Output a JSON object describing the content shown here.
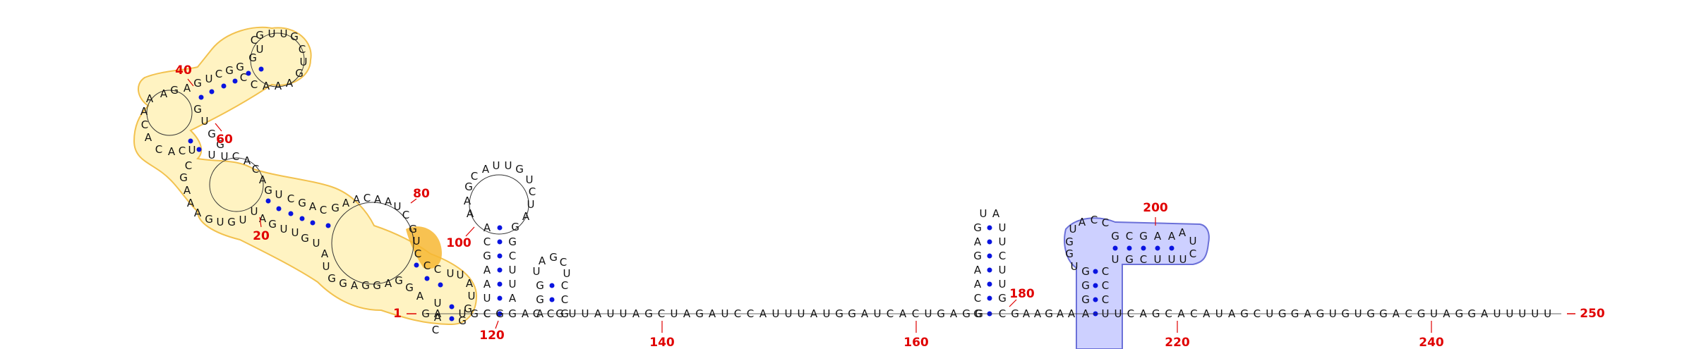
{
  "colors": {
    "background": "#ffffff",
    "nucleotide": "#111111",
    "base_pair": "#0a14e0",
    "backbone": "#333333",
    "position_label": "#e00000",
    "highlight_yellow_fill": "#fff3c2",
    "highlight_yellow_stroke": "#f2c14e",
    "highlight_yellow_dark": "#f7b733",
    "highlight_blue_fill": "#cdd0ff",
    "highlight_blue_stroke": "#6b70d8"
  },
  "sequence": {
    "first_label": "1",
    "last_label": "250",
    "tail_text": "UCAGCACAUAGCUGGAGUGUGGACGUAGGAUUUUU",
    "mid_text": "GUUAUUAGCUAGAUCCAUUUAUGGAUCACUGAGG",
    "linker_text": "GAAGAA"
  },
  "position_labels": [
    "20",
    "40",
    "60",
    "80",
    "100",
    "120",
    "140",
    "160",
    "180",
    "200",
    "220",
    "240"
  ]
}
